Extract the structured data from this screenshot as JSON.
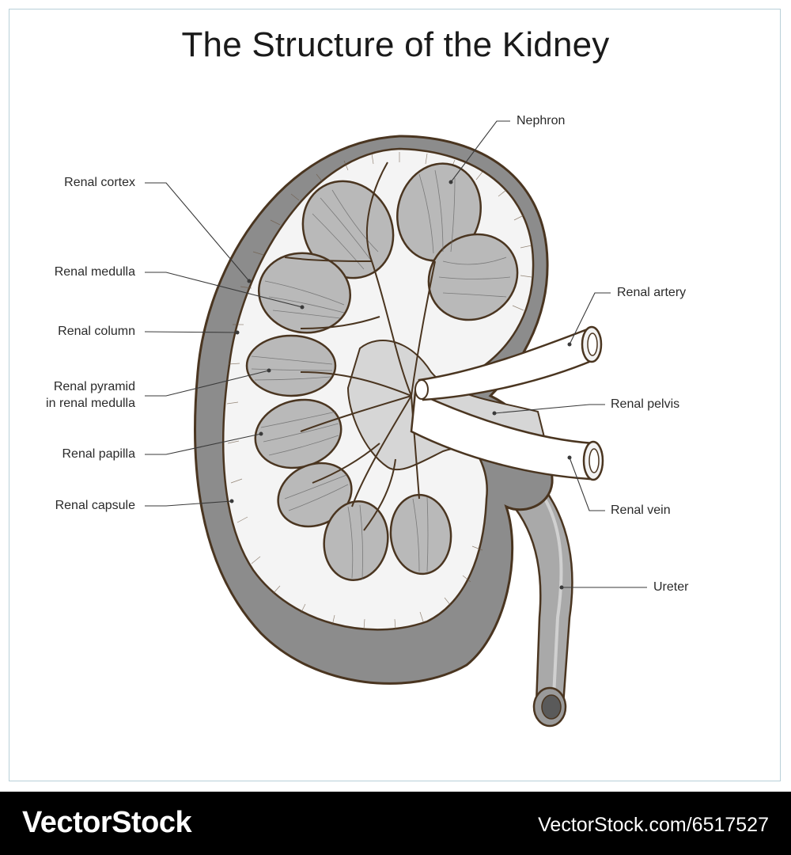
{
  "title": "The Structure of the Kidney",
  "labels": {
    "nephron": "Nephron",
    "renal_cortex": "Renal cortex",
    "renal_medulla": "Renal medulla",
    "renal_column": "Renal column",
    "renal_pyramid_line1": "Renal pyramid",
    "renal_pyramid_line2": "in renal medulla",
    "renal_papilla": "Renal papilla",
    "renal_capsule": "Renal capsule",
    "renal_artery": "Renal artery",
    "renal_pelvis": "Renal pelvis",
    "renal_vein": "Renal vein",
    "ureter": "Ureter"
  },
  "watermark": {
    "brand": "VectorStock",
    "url": "VectorStock.com/6517527"
  },
  "colors": {
    "outline": "#4a3520",
    "capsule": "#8c8c8c",
    "cortex": "#f4f4f4",
    "pyramid": "#b9b9b9",
    "pelvis": "#d6d6d6",
    "vessel": "#ffffff",
    "ureter": "#a9a9a9"
  }
}
